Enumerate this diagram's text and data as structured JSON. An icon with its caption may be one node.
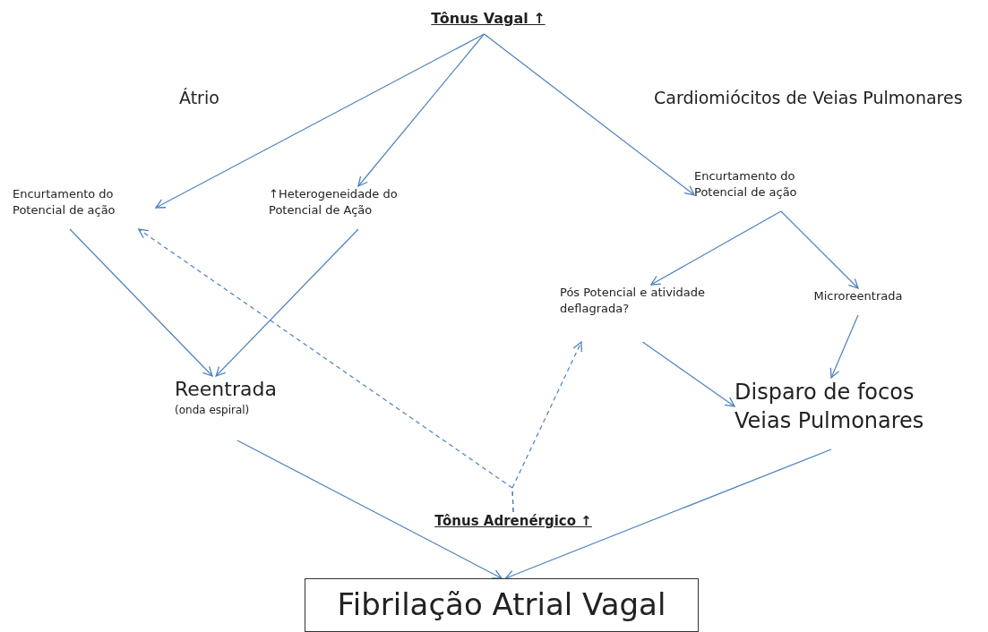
{
  "diagram": {
    "nodes": [
      {
        "text": [
          "Tônus Vagal ↑"
        ]
      },
      {
        "text": [
          "Encurtamento do Potencial de ação"
        ]
      },
      {
        "text": [
          "↑Heterogeneidade do Potencial de Ação"
        ]
      },
      {
        "text": [
          "Encurtamento do Potencial de ação"
        ]
      },
      {
        "text": [
          "Pós Potencial e atividade deflagrada?"
        ]
      },
      {
        "text": [
          "Microreentrada"
        ]
      },
      {
        "text": [
          "Reentrada",
          "(onda espiral)"
        ]
      },
      {
        "text": [
          "Disparo de focos Veias Pulmonares"
        ]
      },
      {
        "text": [
          "Tônus Adrenérgico ↑"
        ]
      },
      {
        "text": [
          "Fibrilação Atrial Vagal"
        ]
      }
    ],
    "edges": [
      {
        "from": 0,
        "to": 1,
        "arrow": "to"
      },
      {
        "from": 0,
        "to": 2,
        "arrow": "to"
      },
      {
        "from": 0,
        "to": 3,
        "arrow": "to"
      },
      {
        "from": 3,
        "to": 4,
        "arrow": "to"
      },
      {
        "from": 3,
        "to": 5,
        "arrow": "to"
      },
      {
        "from": 1,
        "to": 6,
        "arrow": "to"
      },
      {
        "from": 2,
        "to": 6,
        "arrow": "to"
      },
      {
        "from": 4,
        "to": 7,
        "arrow": "to"
      },
      {
        "from": 5,
        "to": 7,
        "arrow": "to"
      },
      {
        "from": 8,
        "to": 1,
        "arrow": "to",
        "style": "dashed"
      },
      {
        "from": 8,
        "to": 4,
        "arrow": "to",
        "style": "dashed"
      },
      {
        "from": 6,
        "to": 9,
        "arrow": "to"
      },
      {
        "from": 7,
        "to": 9,
        "arrow": "to"
      }
    ],
    "labels": [
      "Átrio",
      "Cardiomiócitos de Veias Pulmonares"
    ]
  }
}
